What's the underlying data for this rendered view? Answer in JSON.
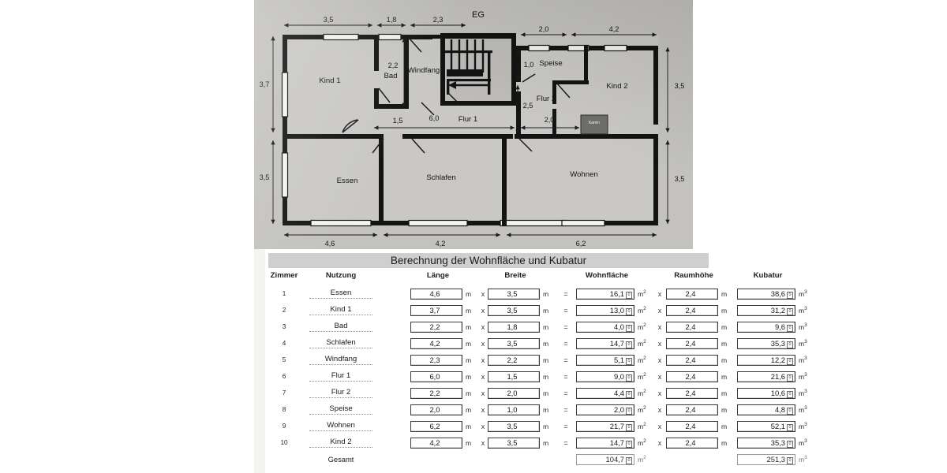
{
  "floorplan": {
    "title": "EG",
    "rooms": [
      {
        "name": "Kind 1"
      },
      {
        "name": "Bad"
      },
      {
        "name": "Windfang"
      },
      {
        "name": "Speise"
      },
      {
        "name": "Kind 2"
      },
      {
        "name": "Flur 1"
      },
      {
        "name": "Flur 2"
      },
      {
        "name": "Essen"
      },
      {
        "name": "Schlafen"
      },
      {
        "name": "Wohnen"
      },
      {
        "name": "Kamin"
      }
    ],
    "dimensions": {
      "top_1": "3,5",
      "top_2": "1,8",
      "top_3": "2,3",
      "top_4": "2,0",
      "top_5": "4,2",
      "left_1": "3,7",
      "left_2": "3,5",
      "right_1": "3,5",
      "right_2": "3,5",
      "bottom_1": "4,6",
      "bottom_2": "4,2",
      "bottom_3": "6,2",
      "inner_bad_h": "2,2",
      "inner_speise_h": "1,0",
      "inner_flur2_h": "2,5",
      "inner_1_5": "1,5",
      "inner_6_0": "6,0",
      "inner_2_0": "2,0"
    }
  },
  "sheet": {
    "title": "Berechnung der Wohnfläche und Kubatur",
    "headers": {
      "zimmer": "Zimmer",
      "nutzung": "Nutzung",
      "laenge": "Länge",
      "breite": "Breite",
      "wohnflaeche": "Wohnfläche",
      "raumhoehe": "Raumhöhe",
      "kubatur": "Kubatur"
    },
    "units": {
      "m": "m",
      "m2": "m²",
      "m3": "m³"
    },
    "operators": {
      "times": "x",
      "equals": "=",
      "spinner": "0"
    },
    "total_label": "Gesamt",
    "total_wohnflaeche": "104,7",
    "total_kubatur": "251,3",
    "rows": [
      {
        "nr": "1",
        "nutzung": "Essen",
        "laenge": "4,6",
        "breite": "3,5",
        "wohnflaeche": "16,1",
        "raumhoehe": "2,4",
        "kubatur": "38,6"
      },
      {
        "nr": "2",
        "nutzung": "Kind 1",
        "laenge": "3,7",
        "breite": "3,5",
        "wohnflaeche": "13,0",
        "raumhoehe": "2,4",
        "kubatur": "31,2"
      },
      {
        "nr": "3",
        "nutzung": "Bad",
        "laenge": "2,2",
        "breite": "1,8",
        "wohnflaeche": "4,0",
        "raumhoehe": "2,4",
        "kubatur": "9,6"
      },
      {
        "nr": "4",
        "nutzung": "Schlafen",
        "laenge": "4,2",
        "breite": "3,5",
        "wohnflaeche": "14,7",
        "raumhoehe": "2,4",
        "kubatur": "35,3"
      },
      {
        "nr": "5",
        "nutzung": "Windfang",
        "laenge": "2,3",
        "breite": "2,2",
        "wohnflaeche": "5,1",
        "raumhoehe": "2,4",
        "kubatur": "12,2"
      },
      {
        "nr": "6",
        "nutzung": "Flur 1",
        "laenge": "6,0",
        "breite": "1,5",
        "wohnflaeche": "9,0",
        "raumhoehe": "2,4",
        "kubatur": "21,6"
      },
      {
        "nr": "7",
        "nutzung": "Flur 2",
        "laenge": "2,2",
        "breite": "2,0",
        "wohnflaeche": "4,4",
        "raumhoehe": "2,4",
        "kubatur": "10,6"
      },
      {
        "nr": "8",
        "nutzung": "Speise",
        "laenge": "2,0",
        "breite": "1,0",
        "wohnflaeche": "2,0",
        "raumhoehe": "2,4",
        "kubatur": "4,8"
      },
      {
        "nr": "9",
        "nutzung": "Wohnen",
        "laenge": "6,2",
        "breite": "3,5",
        "wohnflaeche": "21,7",
        "raumhoehe": "2,4",
        "kubatur": "52,1"
      },
      {
        "nr": "10",
        "nutzung": "Kind 2",
        "laenge": "4,2",
        "breite": "3,5",
        "wohnflaeche": "14,7",
        "raumhoehe": "2,4",
        "kubatur": "35,3"
      }
    ]
  },
  "colors": {
    "photo_bg": "#c3c2bf",
    "wall": "#111111",
    "titlebar_bg": "#cfcfcf",
    "page_bg": "#ffffff"
  }
}
